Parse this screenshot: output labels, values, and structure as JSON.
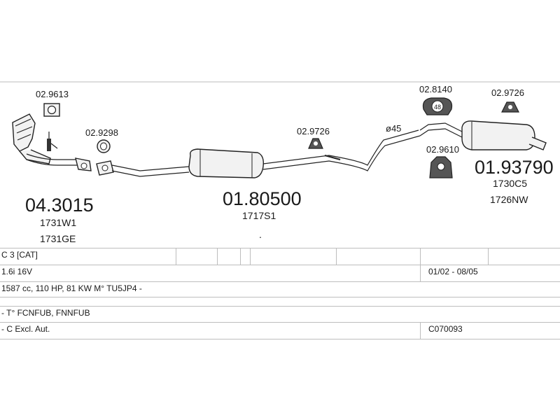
{
  "parts": {
    "gasket_top": "02.9613",
    "clamp_small": "02.9298",
    "catalyst": "04.3015",
    "catalyst_ref1": "1731W1",
    "catalyst_ref2": "1731GE",
    "middle_silencer": "01.80500",
    "middle_silencer_ref": "1717S1",
    "bracket_mid": "02.9726",
    "pipe_diameter": "ø45",
    "rubber_mount_top": "02.8140",
    "rubber_mount_badge": "48",
    "bracket_right": "02.9726",
    "rubber_block": "02.9610",
    "rear_silencer": "01.93790",
    "rear_silencer_ref1": "1730C5",
    "rear_silencer_ref2": "1726NW",
    "dot": "."
  },
  "table": {
    "row1": {
      "model": "C 3  [CAT]"
    },
    "row2": {
      "engine": "1.6i 16V",
      "dates": "01/02 - 08/05"
    },
    "row3": {
      "spec": "1587 cc, 110 HP, 81 KW M° TU5JP4 -"
    },
    "row4": {
      "type": "- T° FCNFUB, FNNFUB"
    },
    "row5": {
      "note": "- C Excl. Aut.",
      "code": "C070093"
    }
  }
}
